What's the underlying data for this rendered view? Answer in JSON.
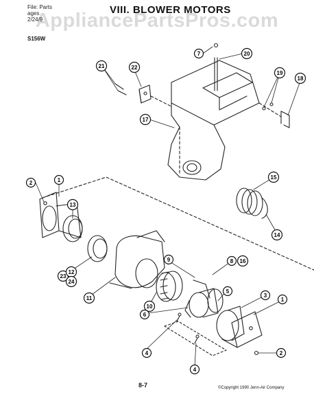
{
  "header": {
    "file_label": "File: Parts",
    "pages_label": "ages",
    "date_label": "2/24/9",
    "title": "VIII. BLOWER MOTORS",
    "subtitle": "",
    "model": "S156W"
  },
  "watermark": "AppliancePartsPros.com",
  "footer": {
    "page_number": "8-7",
    "copyright": "©Copyright 1990 Jenn-Air Company"
  },
  "callouts": [
    {
      "id": "c7",
      "label": "7"
    },
    {
      "id": "c20",
      "label": "20"
    },
    {
      "id": "c21",
      "label": "21"
    },
    {
      "id": "c22",
      "label": "22"
    },
    {
      "id": "c19",
      "label": "19"
    },
    {
      "id": "c18",
      "label": "18"
    },
    {
      "id": "c17",
      "label": "17"
    },
    {
      "id": "c2a",
      "label": "2"
    },
    {
      "id": "c1a",
      "label": "1"
    },
    {
      "id": "c13",
      "label": "13"
    },
    {
      "id": "c15",
      "label": "15"
    },
    {
      "id": "c14",
      "label": "14"
    },
    {
      "id": "c23",
      "label": "23"
    },
    {
      "id": "c12",
      "label": "12"
    },
    {
      "id": "c24",
      "label": "24"
    },
    {
      "id": "c9",
      "label": "9"
    },
    {
      "id": "c8",
      "label": "8"
    },
    {
      "id": "c16",
      "label": "16"
    },
    {
      "id": "c11",
      "label": "11"
    },
    {
      "id": "c10",
      "label": "10"
    },
    {
      "id": "c6",
      "label": "6"
    },
    {
      "id": "c5",
      "label": "5"
    },
    {
      "id": "c3",
      "label": "3"
    },
    {
      "id": "c1b",
      "label": "1"
    },
    {
      "id": "c4a",
      "label": "4"
    },
    {
      "id": "c4b",
      "label": "4"
    },
    {
      "id": "c2b",
      "label": "2"
    }
  ]
}
